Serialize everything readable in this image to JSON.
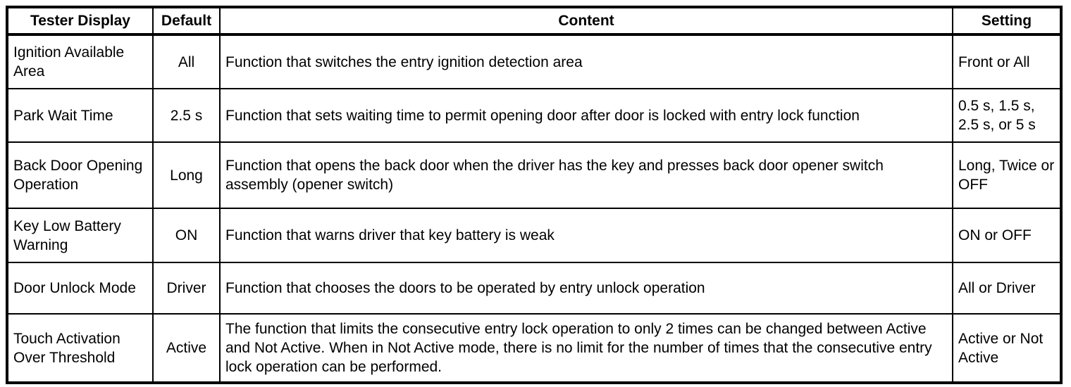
{
  "table": {
    "columns": [
      {
        "key": "tester_display",
        "label": "Tester Display"
      },
      {
        "key": "default",
        "label": "Default"
      },
      {
        "key": "content",
        "label": "Content"
      },
      {
        "key": "setting",
        "label": "Setting"
      }
    ],
    "rows": [
      {
        "tester_display": "Ignition Available Area",
        "default": "All",
        "content": "Function that switches the entry ignition detection area",
        "setting": "Front or All"
      },
      {
        "tester_display": "Park Wait Time",
        "default": "2.5 s",
        "content": "Function that sets waiting time to permit opening door after door is locked with entry lock function",
        "setting": "0.5 s, 1.5 s, 2.5 s, or 5 s"
      },
      {
        "tester_display": "Back Door Opening Operation",
        "default": "Long",
        "content": "Function that opens the back door when the driver has the key and presses back door opener switch assembly (opener switch)",
        "setting": "Long, Twice or OFF"
      },
      {
        "tester_display": "Key Low Battery Warning",
        "default": "ON",
        "content": "Function that warns driver that key battery is weak",
        "setting": "ON or OFF"
      },
      {
        "tester_display": "Door Unlock Mode",
        "default": "Driver",
        "content": "Function that chooses the doors to be operated by entry unlock operation",
        "setting": "All or Driver"
      },
      {
        "tester_display": "Touch Activation Over Threshold",
        "default": "Active",
        "content": "The function that limits the consecutive entry lock operation to only 2 times can be changed between Active and Not Active. When in Not Active mode, there is no limit for the number of times that the consecutive entry lock operation can be performed.",
        "setting": "Active or Not Active"
      }
    ]
  },
  "colors": {
    "border": "#000000",
    "background": "#ffffff",
    "text": "#000000"
  }
}
